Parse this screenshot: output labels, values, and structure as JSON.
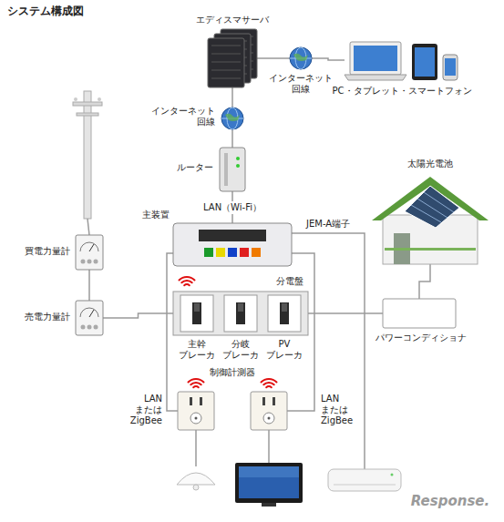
{
  "diagram": {
    "title": "システム構成図",
    "nodes": [
      {
        "text": [
          "エディスマサーバ"
        ]
      },
      {
        "text": [
          "インターネット 回線"
        ]
      },
      {
        "text": [
          "PC・タブレット・スマートフォン"
        ]
      },
      {
        "text": [
          "インターネット 回線"
        ]
      },
      {
        "text": [
          "ルーター"
        ]
      },
      {
        "text": [
          "太陽光電池"
        ]
      },
      {
        "text": [
          "主装置"
        ]
      },
      {
        "text": [
          "分電盤"
        ]
      },
      {
        "text": [
          "主幹 ブレーカ"
        ],
        "in": 7
      },
      {
        "text": [
          "分岐 ブレーカ"
        ],
        "in": 7
      },
      {
        "text": [
          "PV ブレーカ"
        ],
        "in": 7
      },
      {
        "text": [
          "買電力量計"
        ]
      },
      {
        "text": [
          "売電力量計"
        ]
      },
      {
        "text": [
          "パワーコンディショナ"
        ]
      },
      {
        "text": [
          "LAN または ZigBee"
        ]
      },
      {
        "text": [
          "LAN または ZigBee"
        ]
      }
    ],
    "edges": [
      {
        "from": 0,
        "to": 1,
        "arrow": "none"
      },
      {
        "from": 1,
        "to": 2,
        "arrow": "none"
      },
      {
        "from": 0,
        "to": 3,
        "arrow": "none"
      },
      {
        "from": 3,
        "to": 4,
        "arrow": "none"
      },
      {
        "from": 4,
        "to": 6,
        "label": "LAN（Wi-Fi）",
        "arrow": "none"
      },
      {
        "from": 6,
        "to": 14,
        "arrow": "none"
      },
      {
        "from": 6,
        "to": 15,
        "arrow": "none"
      },
      {
        "from": 11,
        "to": 12,
        "arrow": "none"
      },
      {
        "from": 12,
        "to": 7,
        "arrow": "none"
      },
      {
        "from": 7,
        "to": 13,
        "arrow": "none"
      },
      {
        "from": 13,
        "to": 5,
        "arrow": "none"
      }
    ],
    "labels": [
      "JEM-A端子",
      "制御計測器",
      "Response."
    ]
  }
}
